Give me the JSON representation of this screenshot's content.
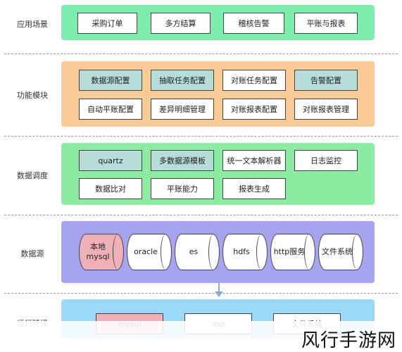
{
  "rows": {
    "app": {
      "label": "应用场景",
      "items": [
        "采购订单",
        "多方结算",
        "稽核告警",
        "平账与报表"
      ]
    },
    "func": {
      "label": "功能模块",
      "items": [
        "数据源配置",
        "抽取任务配置",
        "对账任务配置",
        "告警配置",
        "自动平账配置",
        "差异明细管理",
        "对账报表配置",
        "对账报表管理"
      ]
    },
    "sched": {
      "label": "数据调度",
      "items": [
        "quartz",
        "多数据源模板",
        "统一文本解析器",
        "日志监控",
        "数据比对",
        "平账能力",
        "报表生成"
      ]
    },
    "src": {
      "label": "数据源",
      "items": [
        "本地\nmysql",
        "oracle",
        "es",
        "hdfs",
        "http服务",
        "文件系统"
      ]
    },
    "env": {
      "label": "运行环境",
      "items": [
        "mysql",
        "mq",
        "文件系统"
      ]
    }
  },
  "colors": {
    "app": "#7dedad",
    "func": "#fbcb97",
    "sched": "#8eeba3",
    "src": "#a7a4ef",
    "env": "#9cd8f7",
    "highlight": "#b6ddd8",
    "pink": "#f0b0b8"
  },
  "watermark": "风行手游网"
}
